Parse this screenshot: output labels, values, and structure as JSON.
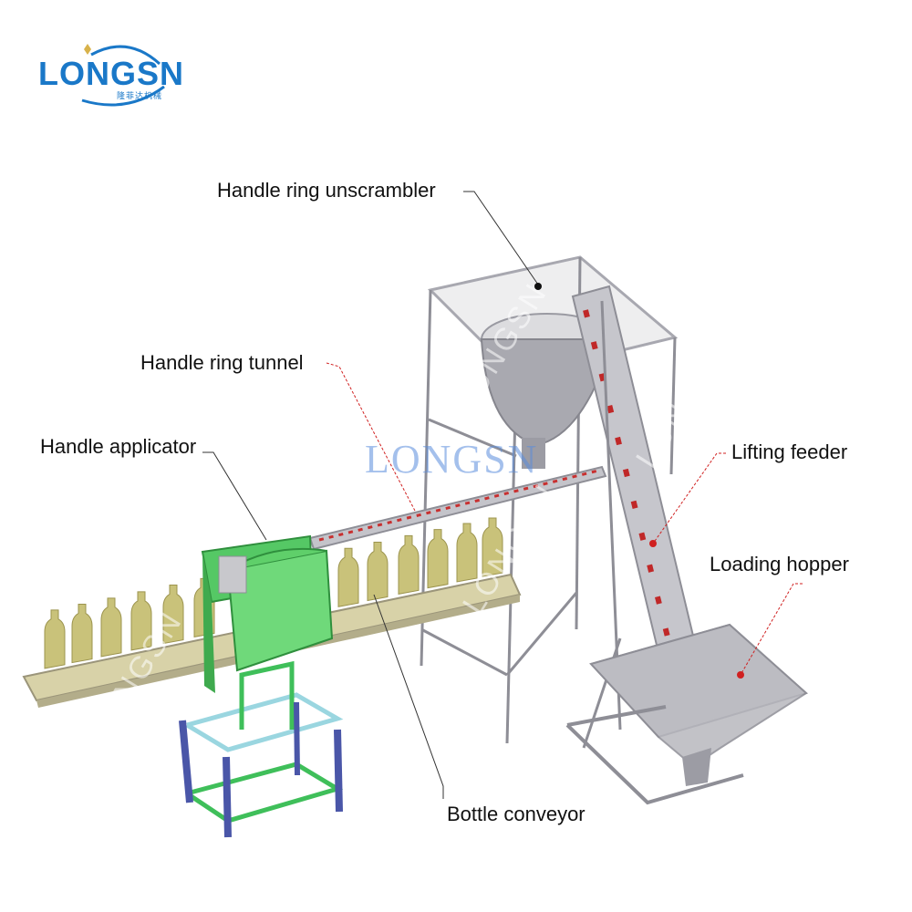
{
  "brand": {
    "name": "LONGSN",
    "subtitle": "隆菲达机械",
    "color": "#1a78c8"
  },
  "labels": {
    "unscrambler": "Handle ring unscrambler",
    "tunnel": "Handle ring tunnel",
    "applicator": "Handle applicator",
    "lifting_feeder": "Lifting feeder",
    "loading_hopper": "Loading hopper",
    "bottle_conveyor": "Bottle conveyor"
  },
  "watermarks": [
    "LONGSN",
    "LONGSN",
    "LONGSN",
    "LONGSN",
    "LONGSN"
  ],
  "colors": {
    "frame": "#c8c8cc",
    "frame_dark": "#8e8e96",
    "applicator": "#5fcf6a",
    "base_frame": "#3fbf5a",
    "legs": "#4a56a8",
    "bottle": "#c9c27a",
    "conveyor": "#d8d2a8",
    "leader": "#d02020"
  }
}
